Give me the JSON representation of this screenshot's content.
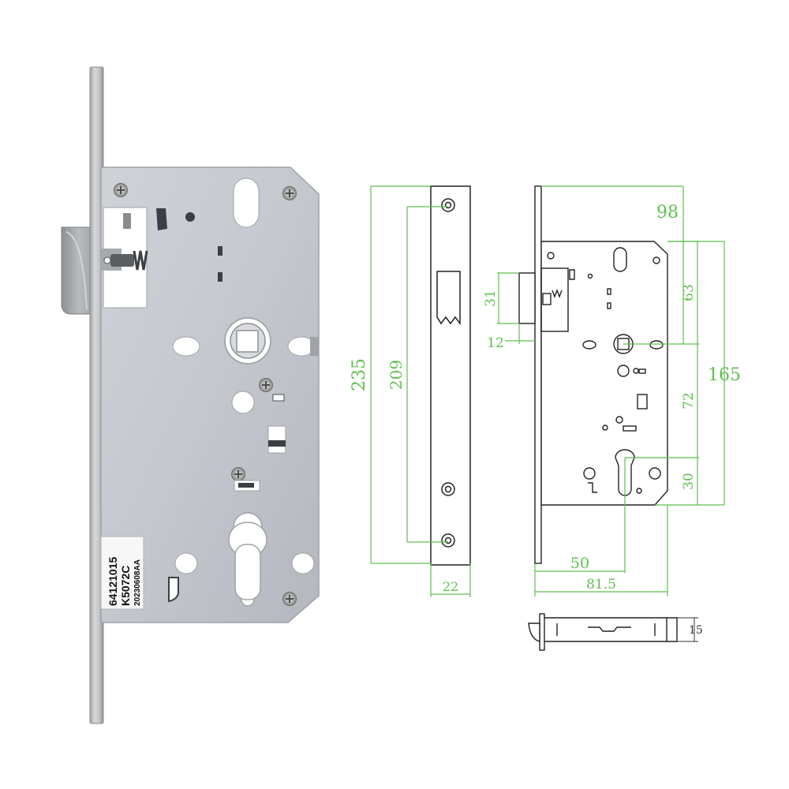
{
  "product_label": {
    "line1": "64121015",
    "line2": "K5072C",
    "line3": "20230608AA"
  },
  "dimensions": {
    "faceplate_length": "235",
    "screw_spacing": "209",
    "faceplate_width": "22",
    "case_depth": "98",
    "latch_height": "31",
    "latch_projection": "12",
    "spindle_to_top": "63",
    "case_height": "165",
    "spindle_to_cylinder": "72",
    "cylinder_to_bottom": "30",
    "backset": "50",
    "total_depth": "81.5",
    "bolt_thickness": "15"
  },
  "colors": {
    "dimension_lines": "#5fbf4f",
    "black_dimensions": "#333333",
    "metal": "#c9ccd1",
    "faceplate": "#b8babc"
  },
  "icons": [
    "screw-icon",
    "spindle-hub-icon",
    "cylinder-cutout-icon"
  ]
}
